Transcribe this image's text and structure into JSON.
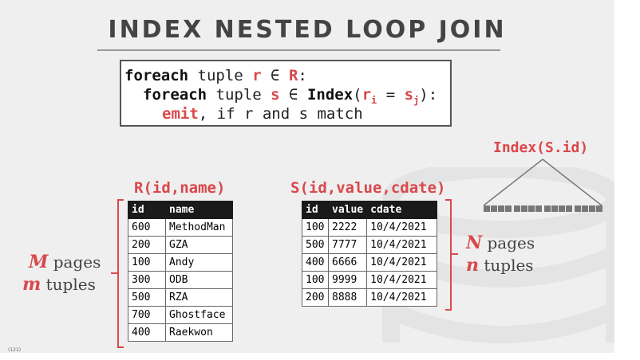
{
  "title": "INDEX NESTED LOOP JOIN",
  "code": {
    "kw_foreach": "foreach",
    "kw_emit": "emit",
    "line1_mid": " tuple ",
    "var_r": "r",
    "elem": " ∈ ",
    "rel_R": "R",
    "line1_end": ":",
    "line2_mid": " tuple ",
    "var_s": "s",
    "index_fn": "Index",
    "paren_open": "(",
    "ri_base": "r",
    "ri_sub": "i",
    "eq": " = ",
    "sj_base": "s",
    "sj_sub": "j",
    "line2_end": "):",
    "line3_rest": ", if r and s match"
  },
  "index_label": "Index(S.id)",
  "table_r": {
    "title": "R(id,name)",
    "headers": [
      "id",
      "name"
    ],
    "rows": [
      [
        "600",
        "MethodMan"
      ],
      [
        "200",
        "GZA"
      ],
      [
        "100",
        "Andy"
      ],
      [
        "300",
        "ODB"
      ],
      [
        "500",
        "RZA"
      ],
      [
        "700",
        "Ghostface"
      ],
      [
        "400",
        "Raekwon"
      ]
    ]
  },
  "table_s": {
    "title": "S(id,value,cdate)",
    "headers": [
      "id",
      "value",
      "cdate"
    ],
    "rows": [
      [
        "100",
        "2222",
        "10/4/2021"
      ],
      [
        "500",
        "7777",
        "10/4/2021"
      ],
      [
        "400",
        "6666",
        "10/4/2021"
      ],
      [
        "100",
        "9999",
        "10/4/2021"
      ],
      [
        "200",
        "8888",
        "10/4/2021"
      ]
    ]
  },
  "r_label": {
    "M": "M",
    "pages": " pages",
    "m": "m",
    "tuples": " tuples"
  },
  "s_label": {
    "N": "N",
    "pages": " pages",
    "n": "n",
    "tuples": " tuples"
  },
  "slide_number": "(121)",
  "colors": {
    "accent": "#d9484b",
    "text": "#444444",
    "header_bg": "#1a1a1a",
    "slide_bg": "#efefef"
  }
}
